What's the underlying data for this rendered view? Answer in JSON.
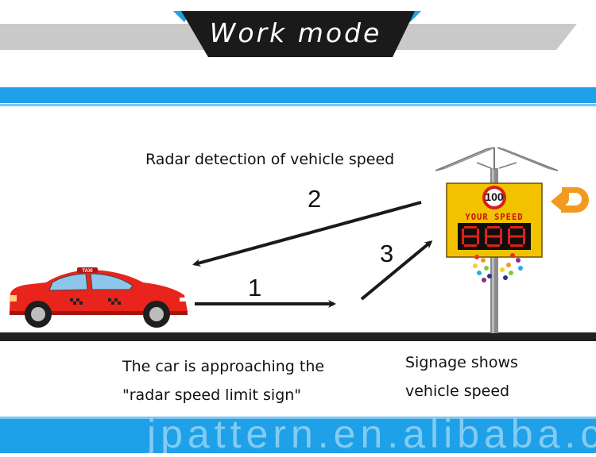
{
  "header": {
    "title": "Work mode"
  },
  "sign": {
    "speed_limit": "100",
    "your_speed_label": "YOUR SPEED",
    "display_digits": "888"
  },
  "car": {
    "roof_label": "TAXI"
  },
  "steps": {
    "one": "1",
    "two": "2",
    "three": "3"
  },
  "captions": {
    "radar": "Radar detection of vehicle speed",
    "car_line1": "The car is approaching the",
    "car_line2": "\"radar speed limit sign\"",
    "sign_line1": "Signage shows",
    "sign_line2": "vehicle speed"
  },
  "watermark": "jpattern.en.alibaba.com",
  "colors": {
    "banner_blue": "#1ea1e8",
    "header_grey": "#c9c9c9",
    "ribbon_black": "#1a1a1a",
    "sign_yellow": "#f2c200",
    "car_red": "#e8241c",
    "turn_arrow": "#f29a1f",
    "road": "#222222"
  },
  "icons": [
    "solar-panel-icon",
    "speed-limit-icon",
    "turn-arrow-icon",
    "taxi-icon"
  ]
}
